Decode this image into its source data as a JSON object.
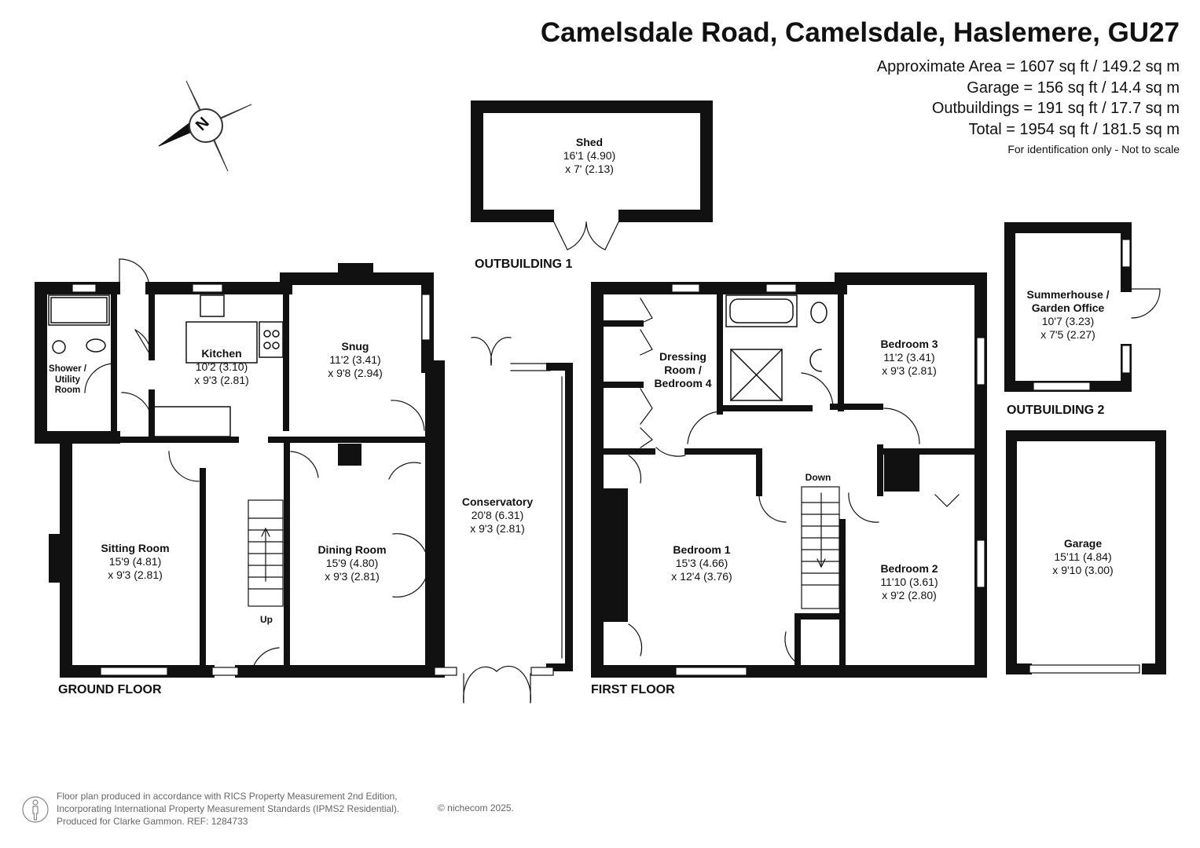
{
  "header": {
    "title": "Camelsdale Road, Camelsdale, Haslemere, GU27",
    "areas": [
      "Approximate Area = 1607 sq ft / 149.2 sq m",
      "Garage = 156 sq ft / 14.4 sq m",
      "Outbuildings = 191 sq ft / 17.7 sq m",
      "Total = 1954 sq ft / 181.5 sq m"
    ],
    "note": "For identification only - Not to scale"
  },
  "compass": {
    "label": "N"
  },
  "sections": {
    "ground_floor": "GROUND FLOOR",
    "first_floor": "FIRST FLOOR",
    "outbuilding_1": "OUTBUILDING 1",
    "outbuilding_2": "OUTBUILDING 2"
  },
  "rooms": {
    "shed": {
      "name": "Shed",
      "dims": "16'1 (4.90)\nx 7' (2.13)"
    },
    "shower": {
      "name": "Shower /\nUtility\nRoom",
      "dims": ""
    },
    "kitchen": {
      "name": "Kitchen",
      "dims": "10'2 (3.10)\nx 9'3 (2.81)"
    },
    "snug": {
      "name": "Snug",
      "dims": "11'2 (3.41)\nx 9'8 (2.94)"
    },
    "sitting": {
      "name": "Sitting Room",
      "dims": "15'9 (4.81)\nx 9'3 (2.81)"
    },
    "dining": {
      "name": "Dining Room",
      "dims": "15'9 (4.80)\nx 9'3 (2.81)"
    },
    "conservatory": {
      "name": "Conservatory",
      "dims": "20'8 (6.31)\nx 9'3 (2.81)"
    },
    "dressing": {
      "name": "Dressing\nRoom /\nBedroom 4",
      "dims": ""
    },
    "bedroom3": {
      "name": "Bedroom 3",
      "dims": "11'2 (3.41)\nx 9'3 (2.81)"
    },
    "bedroom1": {
      "name": "Bedroom 1",
      "dims": "15'3 (4.66)\nx 12'4 (3.76)"
    },
    "bedroom2": {
      "name": "Bedroom 2",
      "dims": "11'10 (3.61)\nx 9'2 (2.80)"
    },
    "summerhouse": {
      "name": "Summerhouse /\nGarden Office",
      "dims": "10'7 (3.23)\nx 7'5 (2.27)"
    },
    "garage": {
      "name": "Garage",
      "dims": "15'11 (4.84)\nx 9'10 (3.00)"
    }
  },
  "stairs": {
    "up": "Up",
    "down": "Down"
  },
  "footer": {
    "lines": [
      "Floor plan produced in accordance with RICS Property Measurement 2nd Edition,",
      "Incorporating International Property Measurement Standards (IPMS2 Residential).",
      "Produced for Clarke Gammon.   REF:  1284733"
    ],
    "copyright": "© nichecom 2025."
  }
}
